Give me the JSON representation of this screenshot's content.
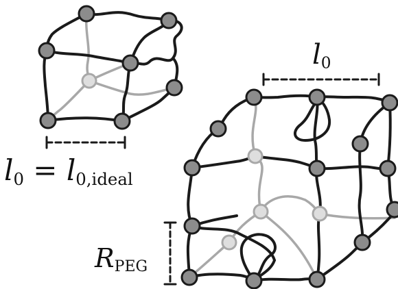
{
  "labels": {
    "l0_top": {
      "symbol": "l",
      "subscript": "0"
    },
    "l0_ideal": {
      "symbol": "l",
      "subscript": "0",
      "equals": "=",
      "rhs_symbol": "l",
      "rhs_subscript": "0,ideal"
    },
    "r_peg": {
      "symbol": "R",
      "subscript": "PEG"
    }
  },
  "colors": {
    "strand": "#1a1a1a",
    "hidden_strand": "#a8a8a8",
    "node_fill": "#8c8c8c",
    "node_stroke": "#1a1a1a",
    "hidden_node_fill": "#dedede",
    "hidden_node_stroke": "#a8a8a8"
  },
  "icons": [
    "polymer-network-diagram"
  ]
}
